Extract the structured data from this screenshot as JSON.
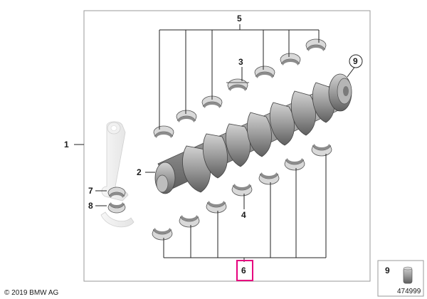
{
  "callouts": [
    {
      "id": "c1",
      "text": "1"
    },
    {
      "id": "c2",
      "text": "2"
    },
    {
      "id": "c3",
      "text": "3"
    },
    {
      "id": "c4",
      "text": "4"
    },
    {
      "id": "c5",
      "text": "5"
    },
    {
      "id": "c6",
      "text": "6"
    },
    {
      "id": "c7",
      "text": "7"
    },
    {
      "id": "c8",
      "text": "8"
    },
    {
      "id": "c9",
      "text": "9"
    }
  ],
  "inset": {
    "callout": "9",
    "ref_number": "474999"
  },
  "copyright": "© 2019 BMW AG",
  "colors": {
    "highlight": "#e6007e",
    "part_fill": "#a8a8a8",
    "part_dark": "#6e6e6e"
  }
}
